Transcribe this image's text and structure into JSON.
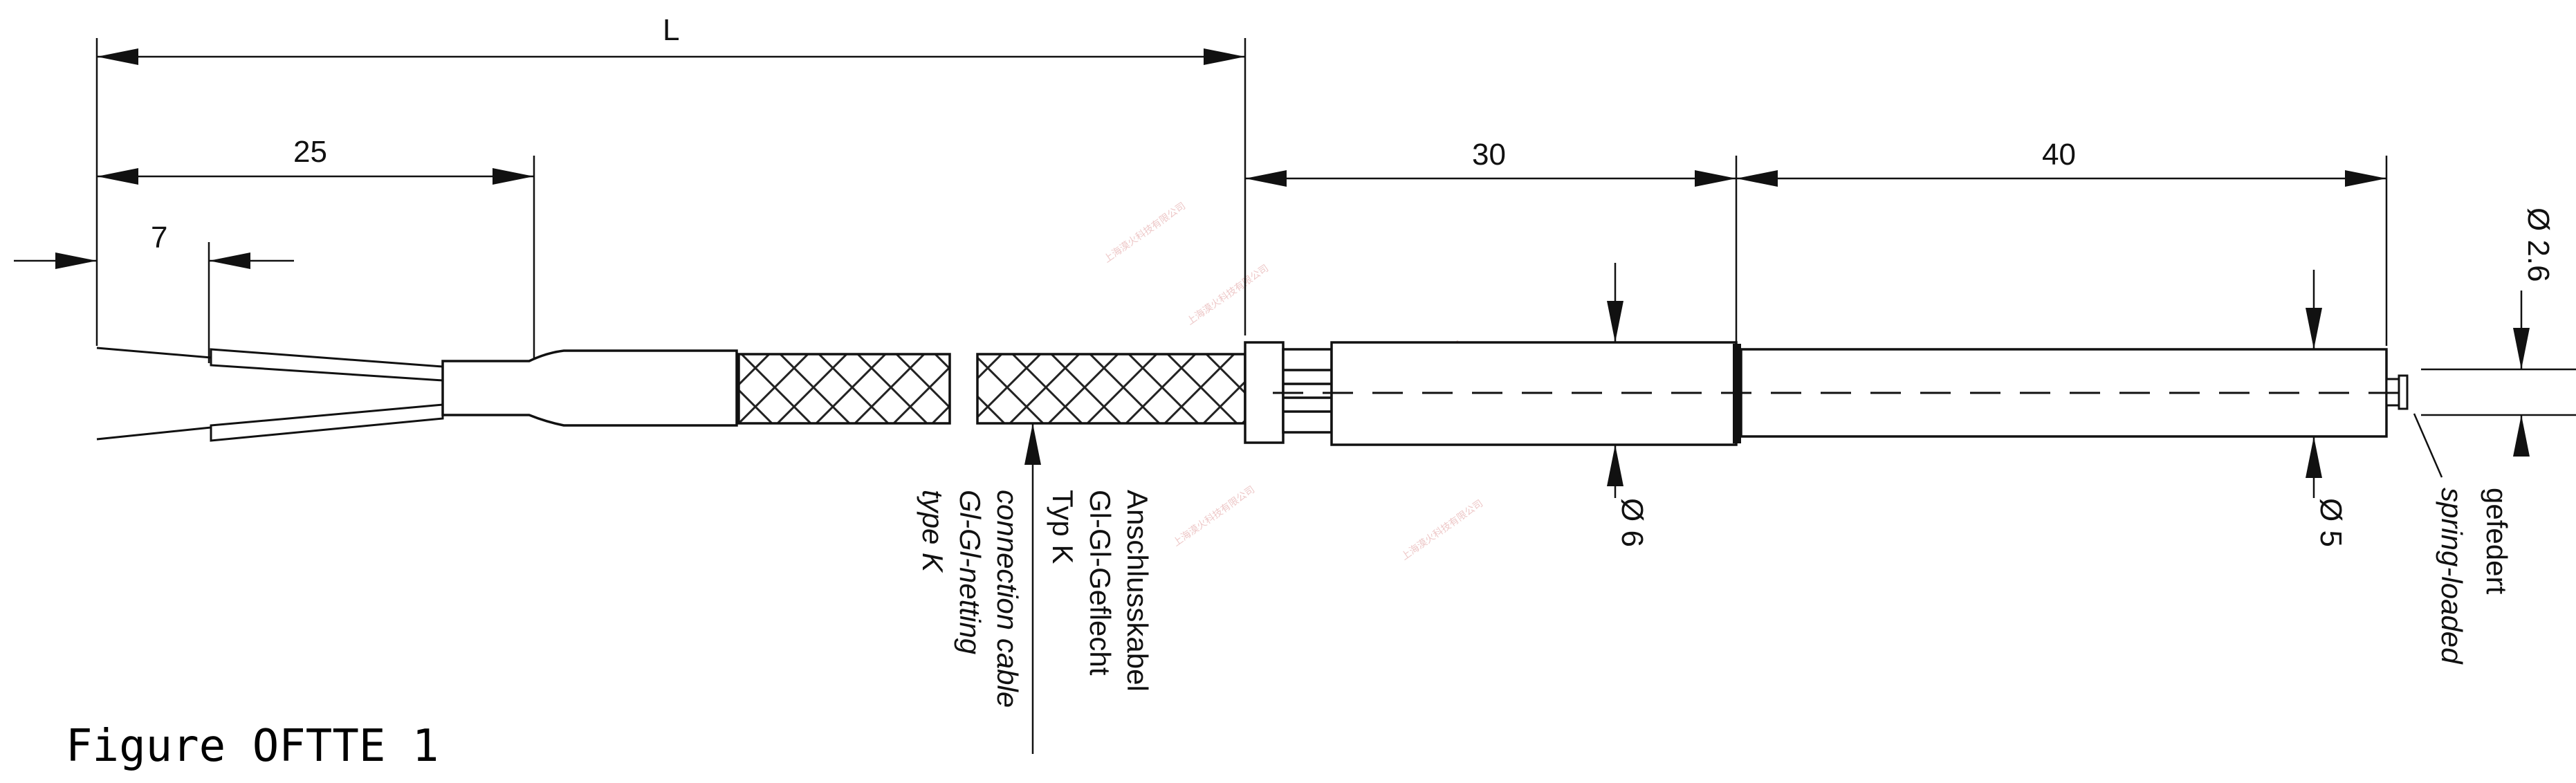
{
  "caption": "Figure OFTTE 1",
  "dimensions": {
    "L": "L",
    "d25": "25",
    "d7": "7",
    "d30": "30",
    "d40": "40",
    "dia26": "Ø 2.6",
    "dia6": "Ø 6",
    "dia5": "Ø 5"
  },
  "labels": {
    "cable_de_1": "Anschlusskabel",
    "cable_de_2": "Gl-Gl-Geflecht",
    "cable_de_3": "Typ K",
    "cable_en_1": "connection cable",
    "cable_en_2": "Gl-Gl-netting",
    "cable_en_3": "type K",
    "spring_de": "gefedert",
    "spring_en": "spring-loaded"
  },
  "watermark": "上海漠火科技有限公司"
}
